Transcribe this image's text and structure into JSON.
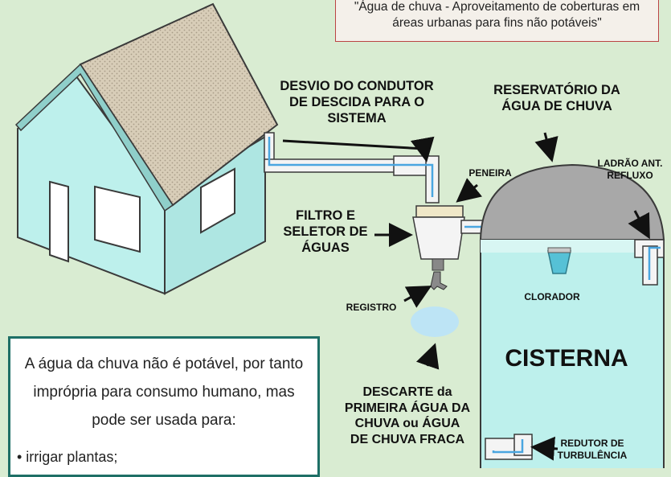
{
  "source_caption": "\"Água de chuva - Aproveitamento de coberturas em\náreas urbanas para fins não potáveis\"",
  "labels": {
    "desvio": "DESVIO DO CONDUTOR\nDE DESCIDA PARA O\nSISTEMA",
    "reservatorio": "RESERVATÓRIO DA\nÁGUA DE CHUVA",
    "peneira": "PENEIRA",
    "ladrao": "LADRÃO ANT.\nREFLUXO",
    "filtro": "FILTRO E\nSELETOR DE\nÁGUAS",
    "registro": "REGISTRO",
    "clorador": "CLORADOR",
    "cisterna": "CISTERNA",
    "descarte": "DESCARTE da\nPRIMEIRA ÁGUA DA\nCHUVA ou ÁGUA\nDE CHUVA FRACA",
    "redutor": "REDUTOR DE\nTURBULÊNCIA"
  },
  "note": {
    "text": "A água da chuva não é potável, por tanto\nimprópria para consumo humano, mas\npode ser usada para:",
    "items": [
      "• irrigar plantas;"
    ]
  },
  "colors": {
    "wall": "#bdf0ec",
    "roof": "#d8cdb8",
    "dome": "#a8a8a8",
    "water": "#bdf0ec",
    "outline": "#3a3a3a"
  }
}
